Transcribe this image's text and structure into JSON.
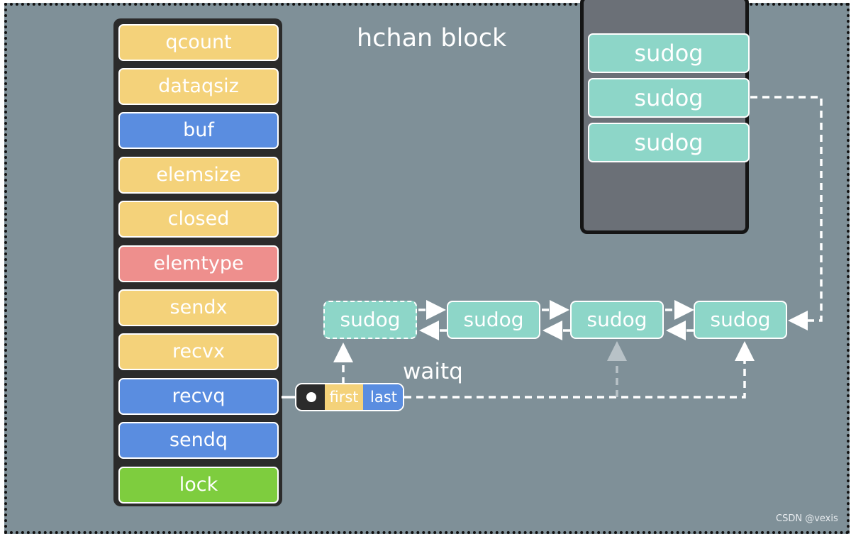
{
  "title": "hchan block",
  "hchan_fields": [
    {
      "label": "qcount",
      "color": "#f4d27a"
    },
    {
      "label": "dataqsiz",
      "color": "#f4d27a"
    },
    {
      "label": "buf",
      "color": "#5a8de0"
    },
    {
      "label": "elemsize",
      "color": "#f4d27a"
    },
    {
      "label": "closed",
      "color": "#f4d27a"
    },
    {
      "label": "elemtype",
      "color": "#ee8f8d"
    },
    {
      "label": "sendx",
      "color": "#f4d27a"
    },
    {
      "label": "recvx",
      "color": "#f4d27a"
    },
    {
      "label": "recvq",
      "color": "#5a8de0"
    },
    {
      "label": "sendq",
      "color": "#5a8de0"
    },
    {
      "label": "lock",
      "color": "#7ecd3e"
    }
  ],
  "stack_sudogs": [
    "sudog",
    "sudog",
    "sudog"
  ],
  "queue_nodes": [
    "sudog",
    "sudog",
    "sudog",
    "sudog"
  ],
  "waitq": {
    "label": "waitq",
    "first": "first",
    "last": "last"
  },
  "colors": {
    "background": "#7f9098",
    "sudog": "#8dd6c8",
    "first": "#f4d27a",
    "last": "#5a8de0",
    "stack": "#6b7077"
  },
  "watermark": "CSDN @vexis"
}
